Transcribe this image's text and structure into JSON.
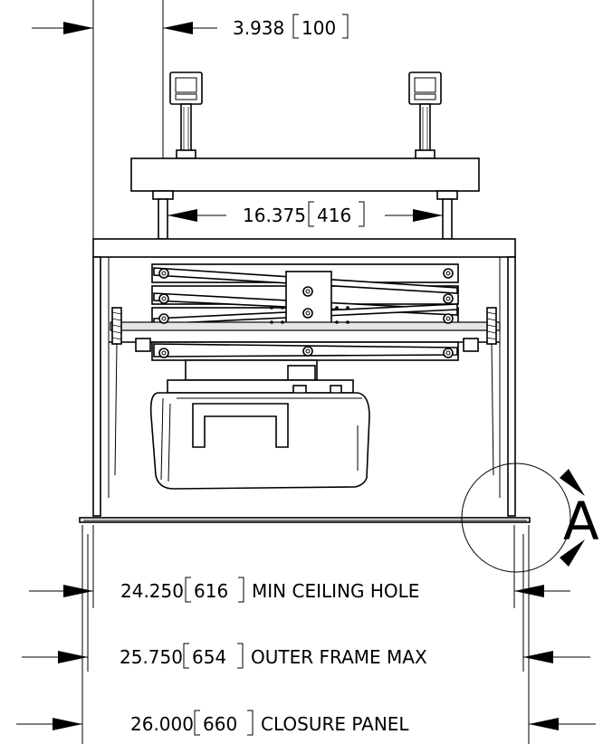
{
  "dimensions": {
    "top_offset": {
      "imperial": "3.938",
      "metric": "100",
      "note": ""
    },
    "bolt_spacing": {
      "imperial": "16.375",
      "metric": "416",
      "note": ""
    },
    "ceiling_hole": {
      "imperial": "24.250",
      "metric": "616",
      "note": "MIN CEILING HOLE"
    },
    "outer_frame": {
      "imperial": "25.750",
      "metric": "654",
      "note": "OUTER FRAME MAX"
    },
    "closure_panel": {
      "imperial": "26.000",
      "metric": "660",
      "note": "CLOSURE PANEL"
    }
  },
  "detail_callout": {
    "letter": "A"
  }
}
